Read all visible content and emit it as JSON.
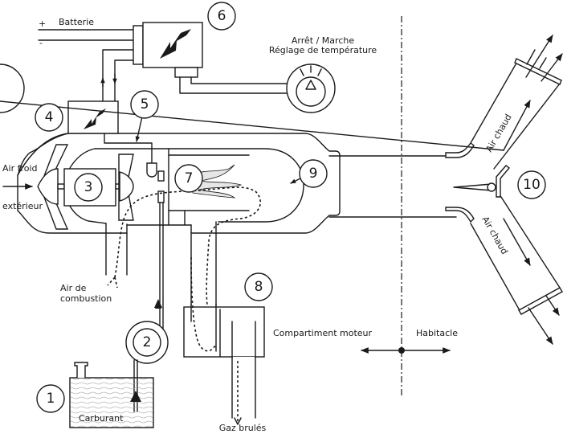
{
  "diagram": {
    "title": "Chauffage autonome à air",
    "labels": {
      "battery": "Batterie",
      "battery_plus": "+",
      "battery_minus": "-",
      "control_line1": "Arrêt / Marche",
      "control_line2": "Réglage de température",
      "cold_air_line1": "Air froid",
      "cold_air_line2": "extérieur",
      "combustion_air_line1": "Air de",
      "combustion_air_line2": "combustion",
      "fuel": "Carburant",
      "exhaust": "Gaz brulés",
      "engine_compartment": "Compartiment moteur",
      "cabin": "Habitacle",
      "hot_air_top": "Air chaud",
      "hot_air_bottom": "Air chaud"
    },
    "callouts": [
      {
        "id": "1",
        "label": "1"
      },
      {
        "id": "2",
        "label": "2"
      },
      {
        "id": "3",
        "label": "3"
      },
      {
        "id": "4",
        "label": "4"
      },
      {
        "id": "5",
        "label": "5"
      },
      {
        "id": "6",
        "label": "6"
      },
      {
        "id": "7",
        "label": "7"
      },
      {
        "id": "8",
        "label": "8"
      },
      {
        "id": "9",
        "label": "9"
      },
      {
        "id": "10",
        "label": "10"
      }
    ]
  }
}
